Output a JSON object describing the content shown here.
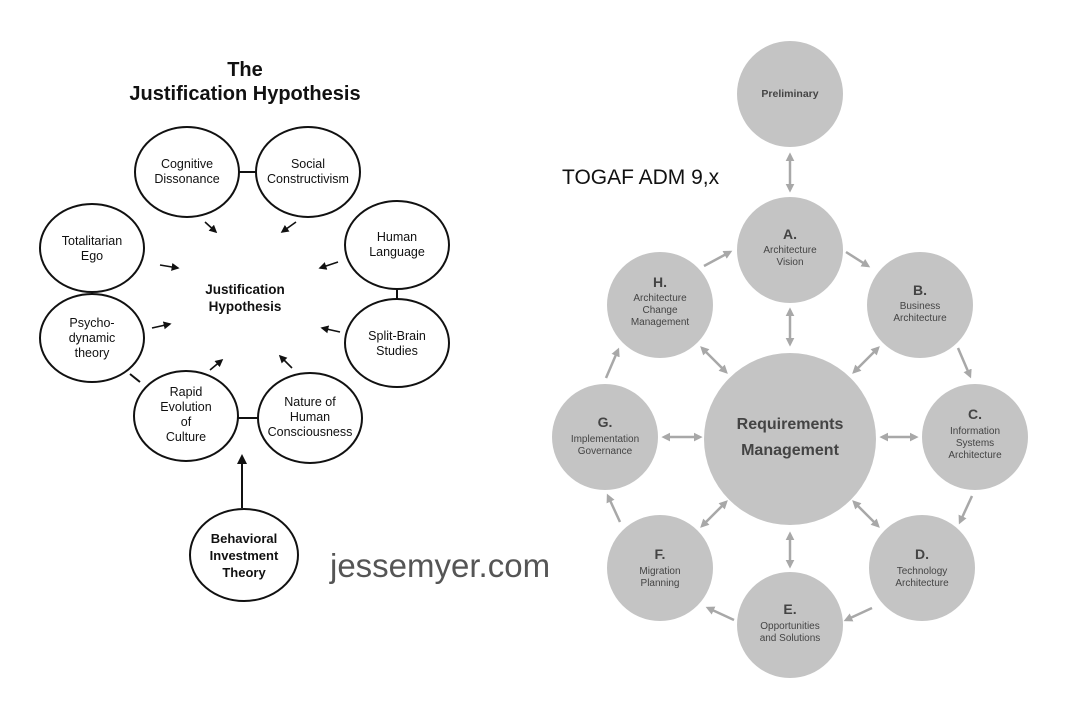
{
  "justification": {
    "title": "The\nJustification Hypothesis",
    "center": "Justification\nHypothesis",
    "nodes": {
      "cognitive_dissonance": "Cognitive\nDissonance",
      "social_constructivism": "Social\nConstructivism",
      "totalitarian_ego": "Totalitarian\nEgo",
      "human_language": "Human\nLanguage",
      "psychodynamic_theory": "Psycho-\ndynamic\ntheory",
      "split_brain_studies": "Split-Brain\nStudies",
      "rapid_evolution_of_culture": "Rapid\nEvolution\nof\nCulture",
      "nature_of_human_consciousness": "Nature of\nHuman\nConsciousness"
    },
    "behavioral_investment_theory": "Behavioral\nInvestment\nTheory"
  },
  "togaf": {
    "title": "TOGAF ADM 9,x",
    "preliminary": "Preliminary",
    "center": "Requirements\nManagement",
    "phases": {
      "a": {
        "letter": "A.",
        "text": "Architecture\nVision"
      },
      "b": {
        "letter": "B.",
        "text": "Business\nArchitecture"
      },
      "c": {
        "letter": "C.",
        "text": "Information\nSystems\nArchitecture"
      },
      "d": {
        "letter": "D.",
        "text": "Technology\nArchitecture"
      },
      "e": {
        "letter": "E.",
        "text": "Opportunities\nand Solutions"
      },
      "f": {
        "letter": "F.",
        "text": "Migration\nPlanning"
      },
      "g": {
        "letter": "G.",
        "text": "Implementation\nGovernance"
      },
      "h": {
        "letter": "H.",
        "text": "Architecture\nChange\nManagement"
      }
    },
    "colors": {
      "circle": "#c4c4c4",
      "arrow": "#a8a8a8",
      "text": "#444444"
    }
  },
  "watermark": "jessemyer.com"
}
